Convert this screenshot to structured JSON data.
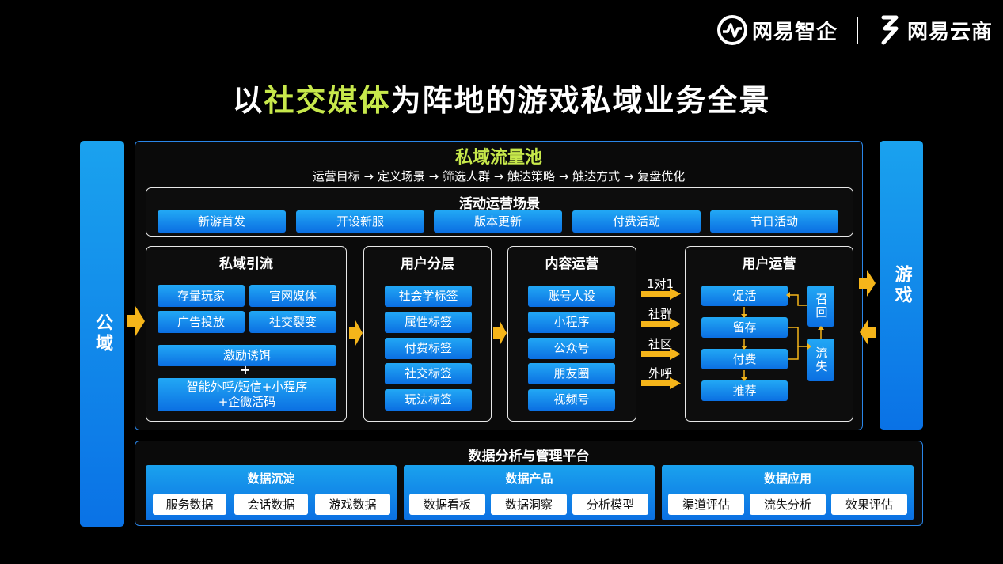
{
  "brand": {
    "left_name": "网易智企",
    "right_name": "网易云商"
  },
  "title": {
    "prefix": "以",
    "highlight": "社交媒体",
    "suffix": "为阵地的游戏私域业务全景"
  },
  "side": {
    "left": "公域",
    "right": "游戏"
  },
  "pool": {
    "title": "私域流量池",
    "flow": "运营目标 → 定义场景 → 筛选人群 → 触达策略 → 触达方式 → 复盘优化"
  },
  "activity": {
    "title": "活动运营场景",
    "items": [
      "新游首发",
      "开设新服",
      "版本更新",
      "付费活动",
      "节日活动"
    ]
  },
  "acquire": {
    "title": "私域引流",
    "items": [
      "存量玩家",
      "官网媒体",
      "广告投放",
      "社交裂变"
    ],
    "incentive": "激励诱饵",
    "plus": "+",
    "tools_line1": "智能外呼/短信+小程序",
    "tools_line2": "+企微活码"
  },
  "layering": {
    "title": "用户分层",
    "items": [
      "社会学标签",
      "属性标签",
      "付费标签",
      "社交标签",
      "玩法标签"
    ]
  },
  "content": {
    "title": "内容运营",
    "items": [
      "账号人设",
      "小程序",
      "公众号",
      "朋友圈",
      "视频号"
    ]
  },
  "channels": [
    "1对1",
    "社群",
    "社区",
    "外呼"
  ],
  "userops": {
    "title": "用户运营",
    "stages": [
      "促活",
      "留存",
      "付费",
      "推荐"
    ],
    "recall": "召回",
    "churn": "流失"
  },
  "platform": {
    "title": "数据分析与管理平台",
    "groups": [
      {
        "title": "数据沉淀",
        "items": [
          "服务数据",
          "会话数据",
          "游戏数据"
        ]
      },
      {
        "title": "数据产品",
        "items": [
          "数据看板",
          "数据洞察",
          "分析模型"
        ]
      },
      {
        "title": "数据应用",
        "items": [
          "渠道评估",
          "流失分析",
          "效果评估"
        ]
      }
    ]
  },
  "colors": {
    "accent": "#c7e84b",
    "blue": "#1a8ff0",
    "arrow": "#f5b51a",
    "bg": "#000000"
  }
}
